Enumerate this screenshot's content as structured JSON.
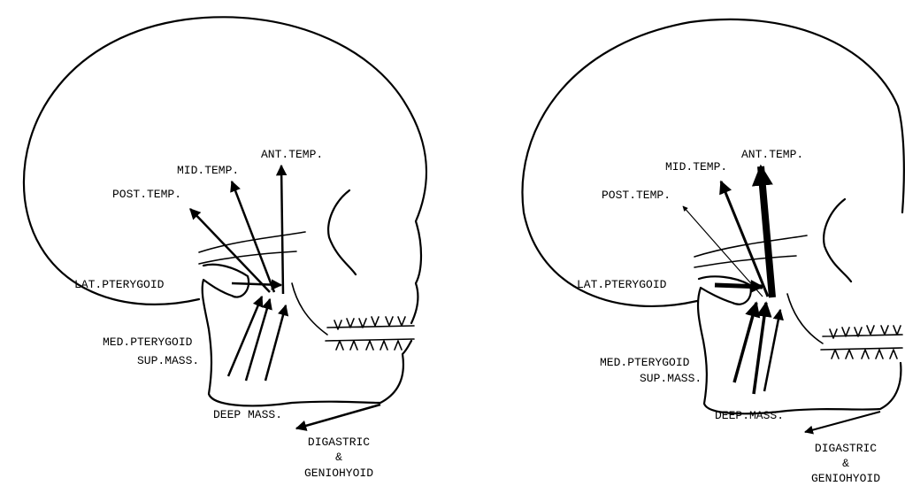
{
  "figures": [
    {
      "id": "left",
      "labels": {
        "ant_temp": "ANT.TEMP.",
        "mid_temp": "MID.TEMP.",
        "post_temp": "POST.TEMP.",
        "lat_pterygoid": "LAT.PTERYGOID",
        "med_pterygoid": "MED.PTERYGOID",
        "sup_mass": "SUP.MASS.",
        "deep_mass": "DEEP MASS.",
        "digastric": "DIGASTRIC",
        "amp": "&",
        "geniohyoid": "GENIOHYOID"
      }
    },
    {
      "id": "right",
      "labels": {
        "ant_temp": "ANT.TEMP.",
        "mid_temp": "MID.TEMP.",
        "post_temp": "POST.TEMP.",
        "lat_pterygoid": "LAT.PTERYGOID",
        "med_pterygoid": "MED.PTERYGOID",
        "sup_mass": "SUP.MASS.",
        "deep_mass": "DEEP.MASS.",
        "digastric": "DIGASTRIC",
        "amp": "&",
        "geniohyoid": "GENIOHYOID"
      }
    }
  ]
}
